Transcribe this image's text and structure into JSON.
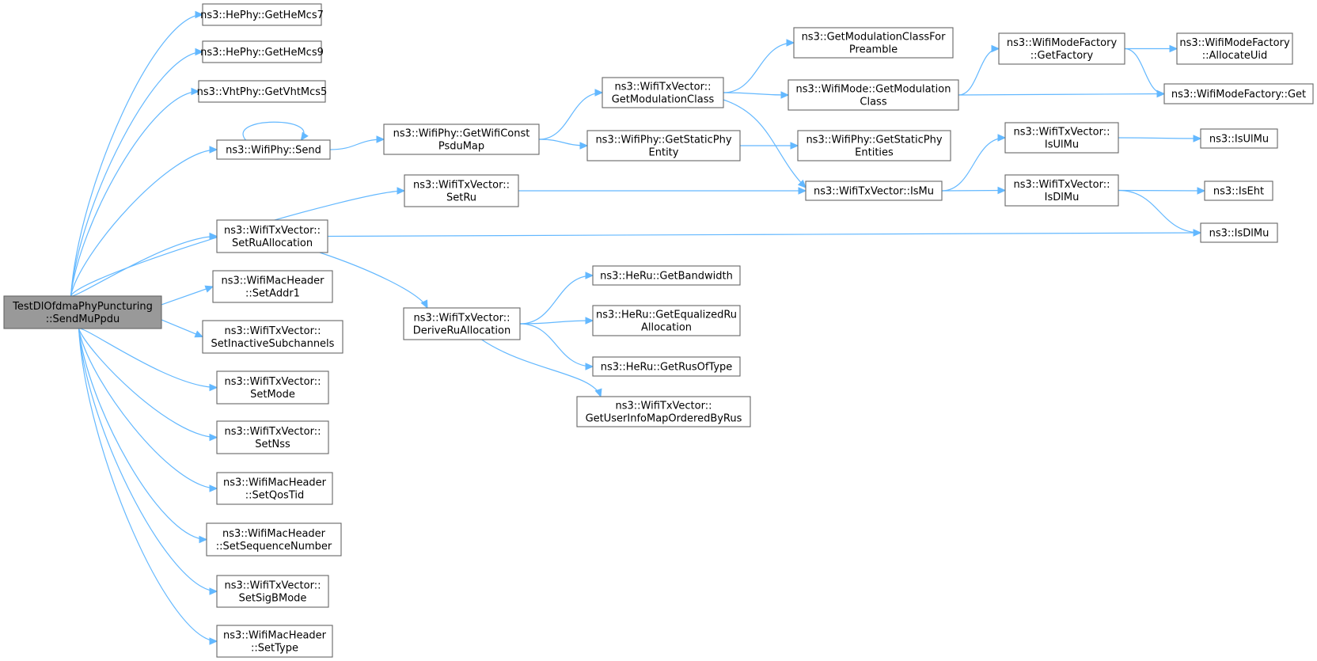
{
  "colors": {
    "edge": "#63b8ff",
    "node_border": "#666666",
    "root_fill": "#999999",
    "node_fill": "#ffffff"
  },
  "nodes": [
    {
      "id": "root",
      "lines": [
        "TestDlOfdmaPhyPuncturing",
        "::SendMuPpdu"
      ]
    },
    {
      "id": "getHeMcs7",
      "lines": [
        "ns3::HePhy::GetHeMcs7"
      ]
    },
    {
      "id": "getHeMcs9",
      "lines": [
        "ns3::HePhy::GetHeMcs9"
      ]
    },
    {
      "id": "getVhtMcs5",
      "lines": [
        "ns3::VhtPhy::GetVhtMcs5"
      ]
    },
    {
      "id": "send",
      "lines": [
        "ns3::WifiPhy::Send"
      ]
    },
    {
      "id": "setRuAlloc",
      "lines": [
        "ns3::WifiTxVector::",
        "SetRuAllocation"
      ]
    },
    {
      "id": "setAddr1",
      "lines": [
        "ns3::WifiMacHeader",
        "::SetAddr1"
      ]
    },
    {
      "id": "setInactive",
      "lines": [
        "ns3::WifiTxVector::",
        "SetInactiveSubchannels"
      ]
    },
    {
      "id": "setMode",
      "lines": [
        "ns3::WifiTxVector::",
        "SetMode"
      ]
    },
    {
      "id": "setNss",
      "lines": [
        "ns3::WifiTxVector::",
        "SetNss"
      ]
    },
    {
      "id": "setQosTid",
      "lines": [
        "ns3::WifiMacHeader",
        "::SetQosTid"
      ]
    },
    {
      "id": "setSeq",
      "lines": [
        "ns3::WifiMacHeader",
        "::SetSequenceNumber"
      ]
    },
    {
      "id": "setSigB",
      "lines": [
        "ns3::WifiTxVector::",
        "SetSigBMode"
      ]
    },
    {
      "id": "setType",
      "lines": [
        "ns3::WifiMacHeader",
        "::SetType"
      ]
    },
    {
      "id": "getWifiConst",
      "lines": [
        "ns3::WifiPhy::GetWifiConst",
        "PsduMap"
      ]
    },
    {
      "id": "setRu",
      "lines": [
        "ns3::WifiTxVector::",
        "SetRu"
      ]
    },
    {
      "id": "deriveRu",
      "lines": [
        "ns3::WifiTxVector::",
        "DeriveRuAllocation"
      ]
    },
    {
      "id": "getModClass",
      "lines": [
        "ns3::WifiTxVector::",
        "GetModulationClass"
      ]
    },
    {
      "id": "getStaticPhyEntity",
      "lines": [
        "ns3::WifiPhy::GetStaticPhy",
        "Entity"
      ]
    },
    {
      "id": "getBandwidth",
      "lines": [
        "ns3::HeRu::GetBandwidth"
      ]
    },
    {
      "id": "getEqualized",
      "lines": [
        "ns3::HeRu::GetEqualizedRu",
        "Allocation"
      ]
    },
    {
      "id": "getRusOfType",
      "lines": [
        "ns3::HeRu::GetRusOfType"
      ]
    },
    {
      "id": "getUserInfo",
      "lines": [
        "ns3::WifiTxVector::",
        "GetUserInfoMapOrderedByRus"
      ]
    },
    {
      "id": "getModClassPreamble",
      "lines": [
        "ns3::GetModulationClassFor",
        "Preamble"
      ]
    },
    {
      "id": "modeGetModClass",
      "lines": [
        "ns3::WifiMode::GetModulation",
        "Class"
      ]
    },
    {
      "id": "getStaticPhyEntities",
      "lines": [
        "ns3::WifiPhy::GetStaticPhy",
        "Entities"
      ]
    },
    {
      "id": "isMu",
      "lines": [
        "ns3::WifiTxVector::IsMu"
      ]
    },
    {
      "id": "getFactory",
      "lines": [
        "ns3::WifiModeFactory",
        "::GetFactory"
      ]
    },
    {
      "id": "txIsUlMu",
      "lines": [
        "ns3::WifiTxVector::",
        "IsUlMu"
      ]
    },
    {
      "id": "txIsDlMu",
      "lines": [
        "ns3::WifiTxVector::",
        "IsDlMu"
      ]
    },
    {
      "id": "allocUid",
      "lines": [
        "ns3::WifiModeFactory",
        "::AllocateUid"
      ]
    },
    {
      "id": "factoryGet",
      "lines": [
        "ns3::WifiModeFactory::Get"
      ]
    },
    {
      "id": "isUlMu",
      "lines": [
        "ns3::IsUlMu"
      ]
    },
    {
      "id": "isEht",
      "lines": [
        "ns3::IsEht"
      ]
    },
    {
      "id": "isDlMu",
      "lines": [
        "ns3::IsDlMu"
      ]
    }
  ],
  "edges": [
    [
      "root",
      "getHeMcs7"
    ],
    [
      "root",
      "getHeMcs9"
    ],
    [
      "root",
      "getVhtMcs5"
    ],
    [
      "root",
      "send"
    ],
    [
      "root",
      "setRu"
    ],
    [
      "root",
      "setRuAlloc"
    ],
    [
      "root",
      "setAddr1"
    ],
    [
      "root",
      "setInactive"
    ],
    [
      "root",
      "setMode"
    ],
    [
      "root",
      "setNss"
    ],
    [
      "root",
      "setQosTid"
    ],
    [
      "root",
      "setSeq"
    ],
    [
      "root",
      "setSigB"
    ],
    [
      "root",
      "setType"
    ],
    [
      "send",
      "send"
    ],
    [
      "send",
      "getWifiConst"
    ],
    [
      "getWifiConst",
      "getModClass"
    ],
    [
      "getWifiConst",
      "getStaticPhyEntity"
    ],
    [
      "getModClass",
      "getModClassPreamble"
    ],
    [
      "getModClass",
      "modeGetModClass"
    ],
    [
      "getModClass",
      "isMu"
    ],
    [
      "getStaticPhyEntity",
      "getStaticPhyEntities"
    ],
    [
      "modeGetModClass",
      "getFactory"
    ],
    [
      "modeGetModClass",
      "factoryGet"
    ],
    [
      "getFactory",
      "allocUid"
    ],
    [
      "getFactory",
      "factoryGet"
    ],
    [
      "setRu",
      "isMu"
    ],
    [
      "isMu",
      "txIsUlMu"
    ],
    [
      "isMu",
      "txIsDlMu"
    ],
    [
      "txIsUlMu",
      "isUlMu"
    ],
    [
      "txIsDlMu",
      "isEht"
    ],
    [
      "txIsDlMu",
      "isDlMu"
    ],
    [
      "setRuAlloc",
      "isDlMu"
    ],
    [
      "setRuAlloc",
      "deriveRu"
    ],
    [
      "deriveRu",
      "getBandwidth"
    ],
    [
      "deriveRu",
      "getEqualized"
    ],
    [
      "deriveRu",
      "getRusOfType"
    ],
    [
      "deriveRu",
      "getUserInfo"
    ]
  ]
}
